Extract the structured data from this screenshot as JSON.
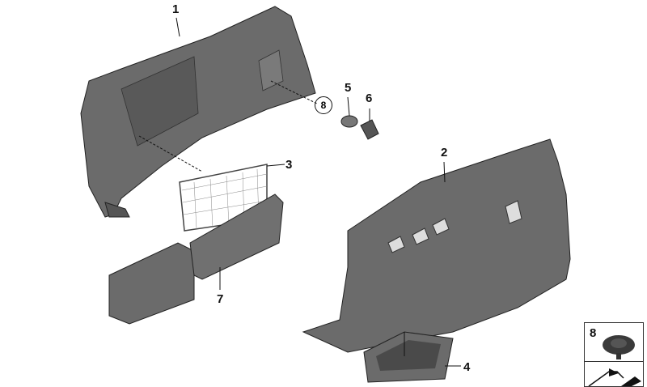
{
  "diagram": {
    "part_labels": {
      "p1": "1",
      "p2": "2",
      "p3": "3",
      "p4": "4",
      "p5": "5",
      "p6": "6",
      "p7": "7",
      "p8": "8"
    },
    "legend_box": {
      "item_number": "8",
      "icon": "expanding-rivet-icon",
      "nav_icon": "diagram-arrow-icon"
    },
    "colors": {
      "part_fill": "#6b6b6b",
      "part_dark": "#4a4a4a",
      "outline": "#222222"
    }
  }
}
